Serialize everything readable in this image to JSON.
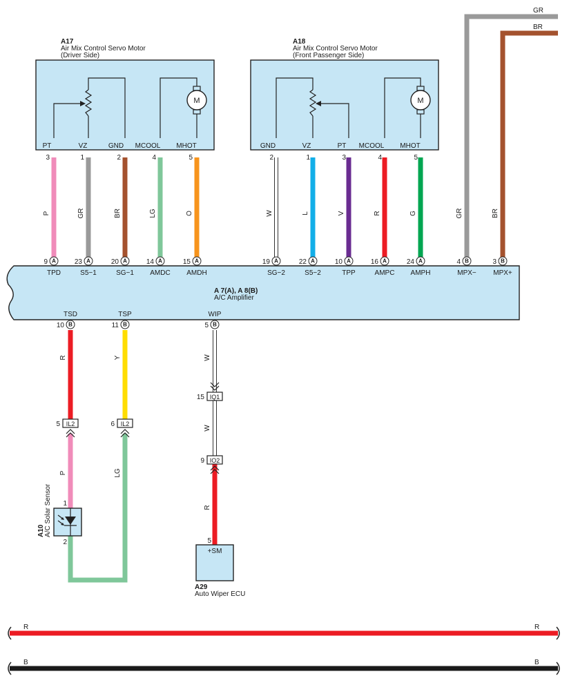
{
  "components": {
    "a17": {
      "code": "A17",
      "name": "Air Mix Control Servo Motor",
      "side": "(Driver Side)",
      "terminals": [
        "PT",
        "VZ",
        "GND",
        "MCOOL",
        "MHOT"
      ],
      "pins": [
        "3",
        "1",
        "2",
        "4",
        "5"
      ],
      "wires": [
        "P",
        "GR",
        "BR",
        "LG",
        "O"
      ]
    },
    "a18": {
      "code": "A18",
      "name": "Air Mix Control Servo Motor",
      "side": "(Front Passenger Side)",
      "terminals": [
        "GND",
        "VZ",
        "PT",
        "MCOOL",
        "MHOT"
      ],
      "pins": [
        "2",
        "1",
        "3",
        "4",
        "5"
      ],
      "wires": [
        "W",
        "L",
        "V",
        "R",
        "G"
      ]
    },
    "amp": {
      "code": "A 7(A), A 8(B)",
      "name": "A/C Amplifier",
      "top_pins": [
        "9",
        "23",
        "20",
        "14",
        "15",
        "19",
        "22",
        "10",
        "16",
        "24",
        "4",
        "3"
      ],
      "top_conn": [
        "A",
        "A",
        "A",
        "A",
        "A",
        "A",
        "A",
        "A",
        "A",
        "A",
        "B",
        "B"
      ],
      "top_terms": [
        "TPD",
        "S5−1",
        "SG−1",
        "AMDC",
        "AMDH",
        "SG−2",
        "S5−2",
        "TPP",
        "AMPC",
        "AMPH",
        "MPX−",
        "MPX+"
      ],
      "bot_terms": [
        "TSD",
        "TSP",
        "WIP"
      ],
      "bot_pins": [
        "10",
        "11",
        "5"
      ],
      "bot_conn": [
        "B",
        "B",
        "B"
      ]
    },
    "a10": {
      "code": "A10",
      "name": "A/C Solar Sensor",
      "pin_top": "1",
      "pin_bottom": "2"
    },
    "a29": {
      "code": "A29",
      "name": "Auto Wiper ECU",
      "terminal": "+SM",
      "pin": "5"
    }
  },
  "mpx_wires": [
    "GR",
    "BR"
  ],
  "mpx_to_amp_wires": [
    "GR",
    "BR"
  ],
  "motor_symbol": "M",
  "connectors": {
    "il2_left": {
      "pin": "5",
      "name": "IL2"
    },
    "il2_right": {
      "pin": "6",
      "name": "IL2"
    },
    "iq1": {
      "pin": "15",
      "name": "IQ1"
    },
    "io2": {
      "pin": "9",
      "name": "IO2"
    }
  },
  "lower_wires": {
    "tsd_upper": "R",
    "tsd_lower": "P",
    "tsp_upper": "Y",
    "tsp_lower": "LG",
    "wip_upper": "W",
    "wip_mid": "W",
    "wip_lower": "R"
  },
  "bus_wires": {
    "red_left": "R",
    "red_right": "R",
    "black_left": "B",
    "black_right": "B"
  },
  "colors": {
    "P": "#f08cba",
    "GR": "#9a9a9a",
    "BR": "#a4522e",
    "LG": "#7fc79a",
    "O": "#f7941d",
    "W": "#ffffff",
    "L": "#12aee8",
    "V": "#6a2c91",
    "R": "#ec1c24",
    "G": "#00a651",
    "Y": "#ffdd00",
    "B": "#1a1a1a",
    "box": "#c6e6f5"
  }
}
